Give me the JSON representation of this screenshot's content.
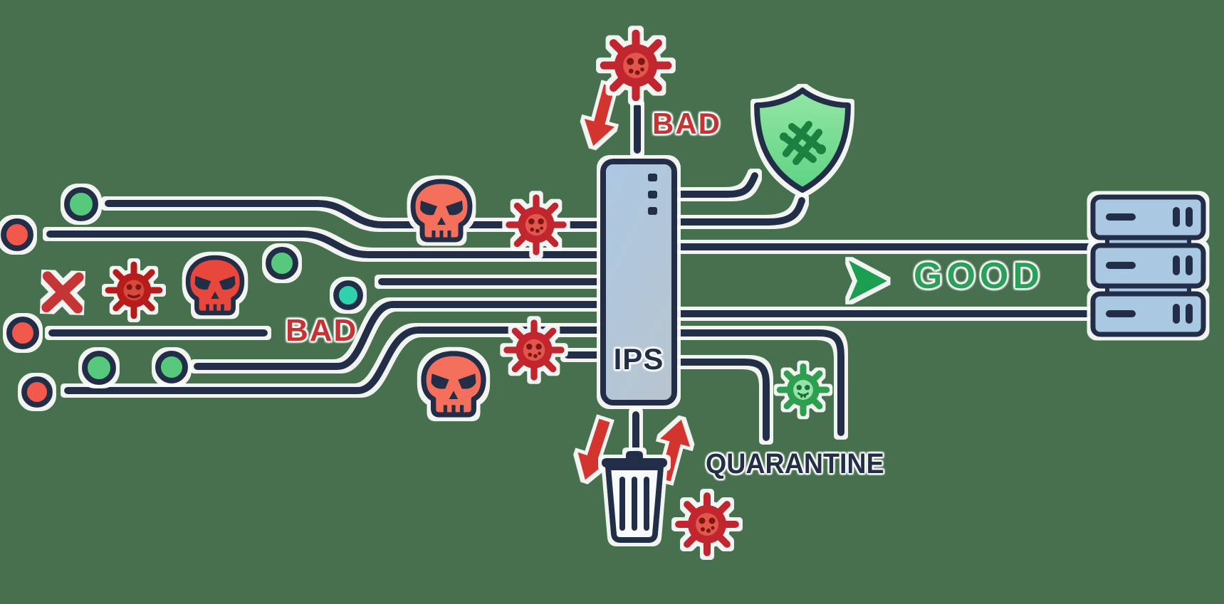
{
  "title": "IPS traffic filtering diagram",
  "labels": {
    "bad_top": "BAD",
    "bad_left": "BAD",
    "good": "GOOD",
    "quarantine": "QUARANTINE",
    "device": "IPS"
  },
  "colors": {
    "background": "#47714e",
    "wire": "#232f47",
    "device_fill": "#abc7e2",
    "bad_red": "#c53434",
    "good_green": "#2aa159",
    "arrow_red": "#d3342f",
    "arrow_green": "#23a45b",
    "virus_red": "#c1272d",
    "virus_face_red": "#e2574b",
    "virus_green": "#2e9e4f",
    "skull_salmon": "#f4705c",
    "shield_green": "#6fd88c",
    "shield_bug_green": "#1e8040",
    "dot_green": "#56c97d",
    "dot_teal": "#2fd3ae",
    "dot_red": "#f2594b",
    "trash_fill": "#f7f9fa"
  },
  "icons": {
    "device": "ips-firewall-box",
    "malware": [
      "virus-icon",
      "skull-icon",
      "x-mark-icon"
    ],
    "traffic_dots": [
      "green-dot-icon",
      "teal-dot-icon",
      "red-dot-icon"
    ],
    "protection": "shield-check-icon",
    "destination": "server-stack-icon",
    "disposal": "trash-icon",
    "arrows": [
      "red-arrow-icon",
      "green-arrow-icon"
    ]
  }
}
